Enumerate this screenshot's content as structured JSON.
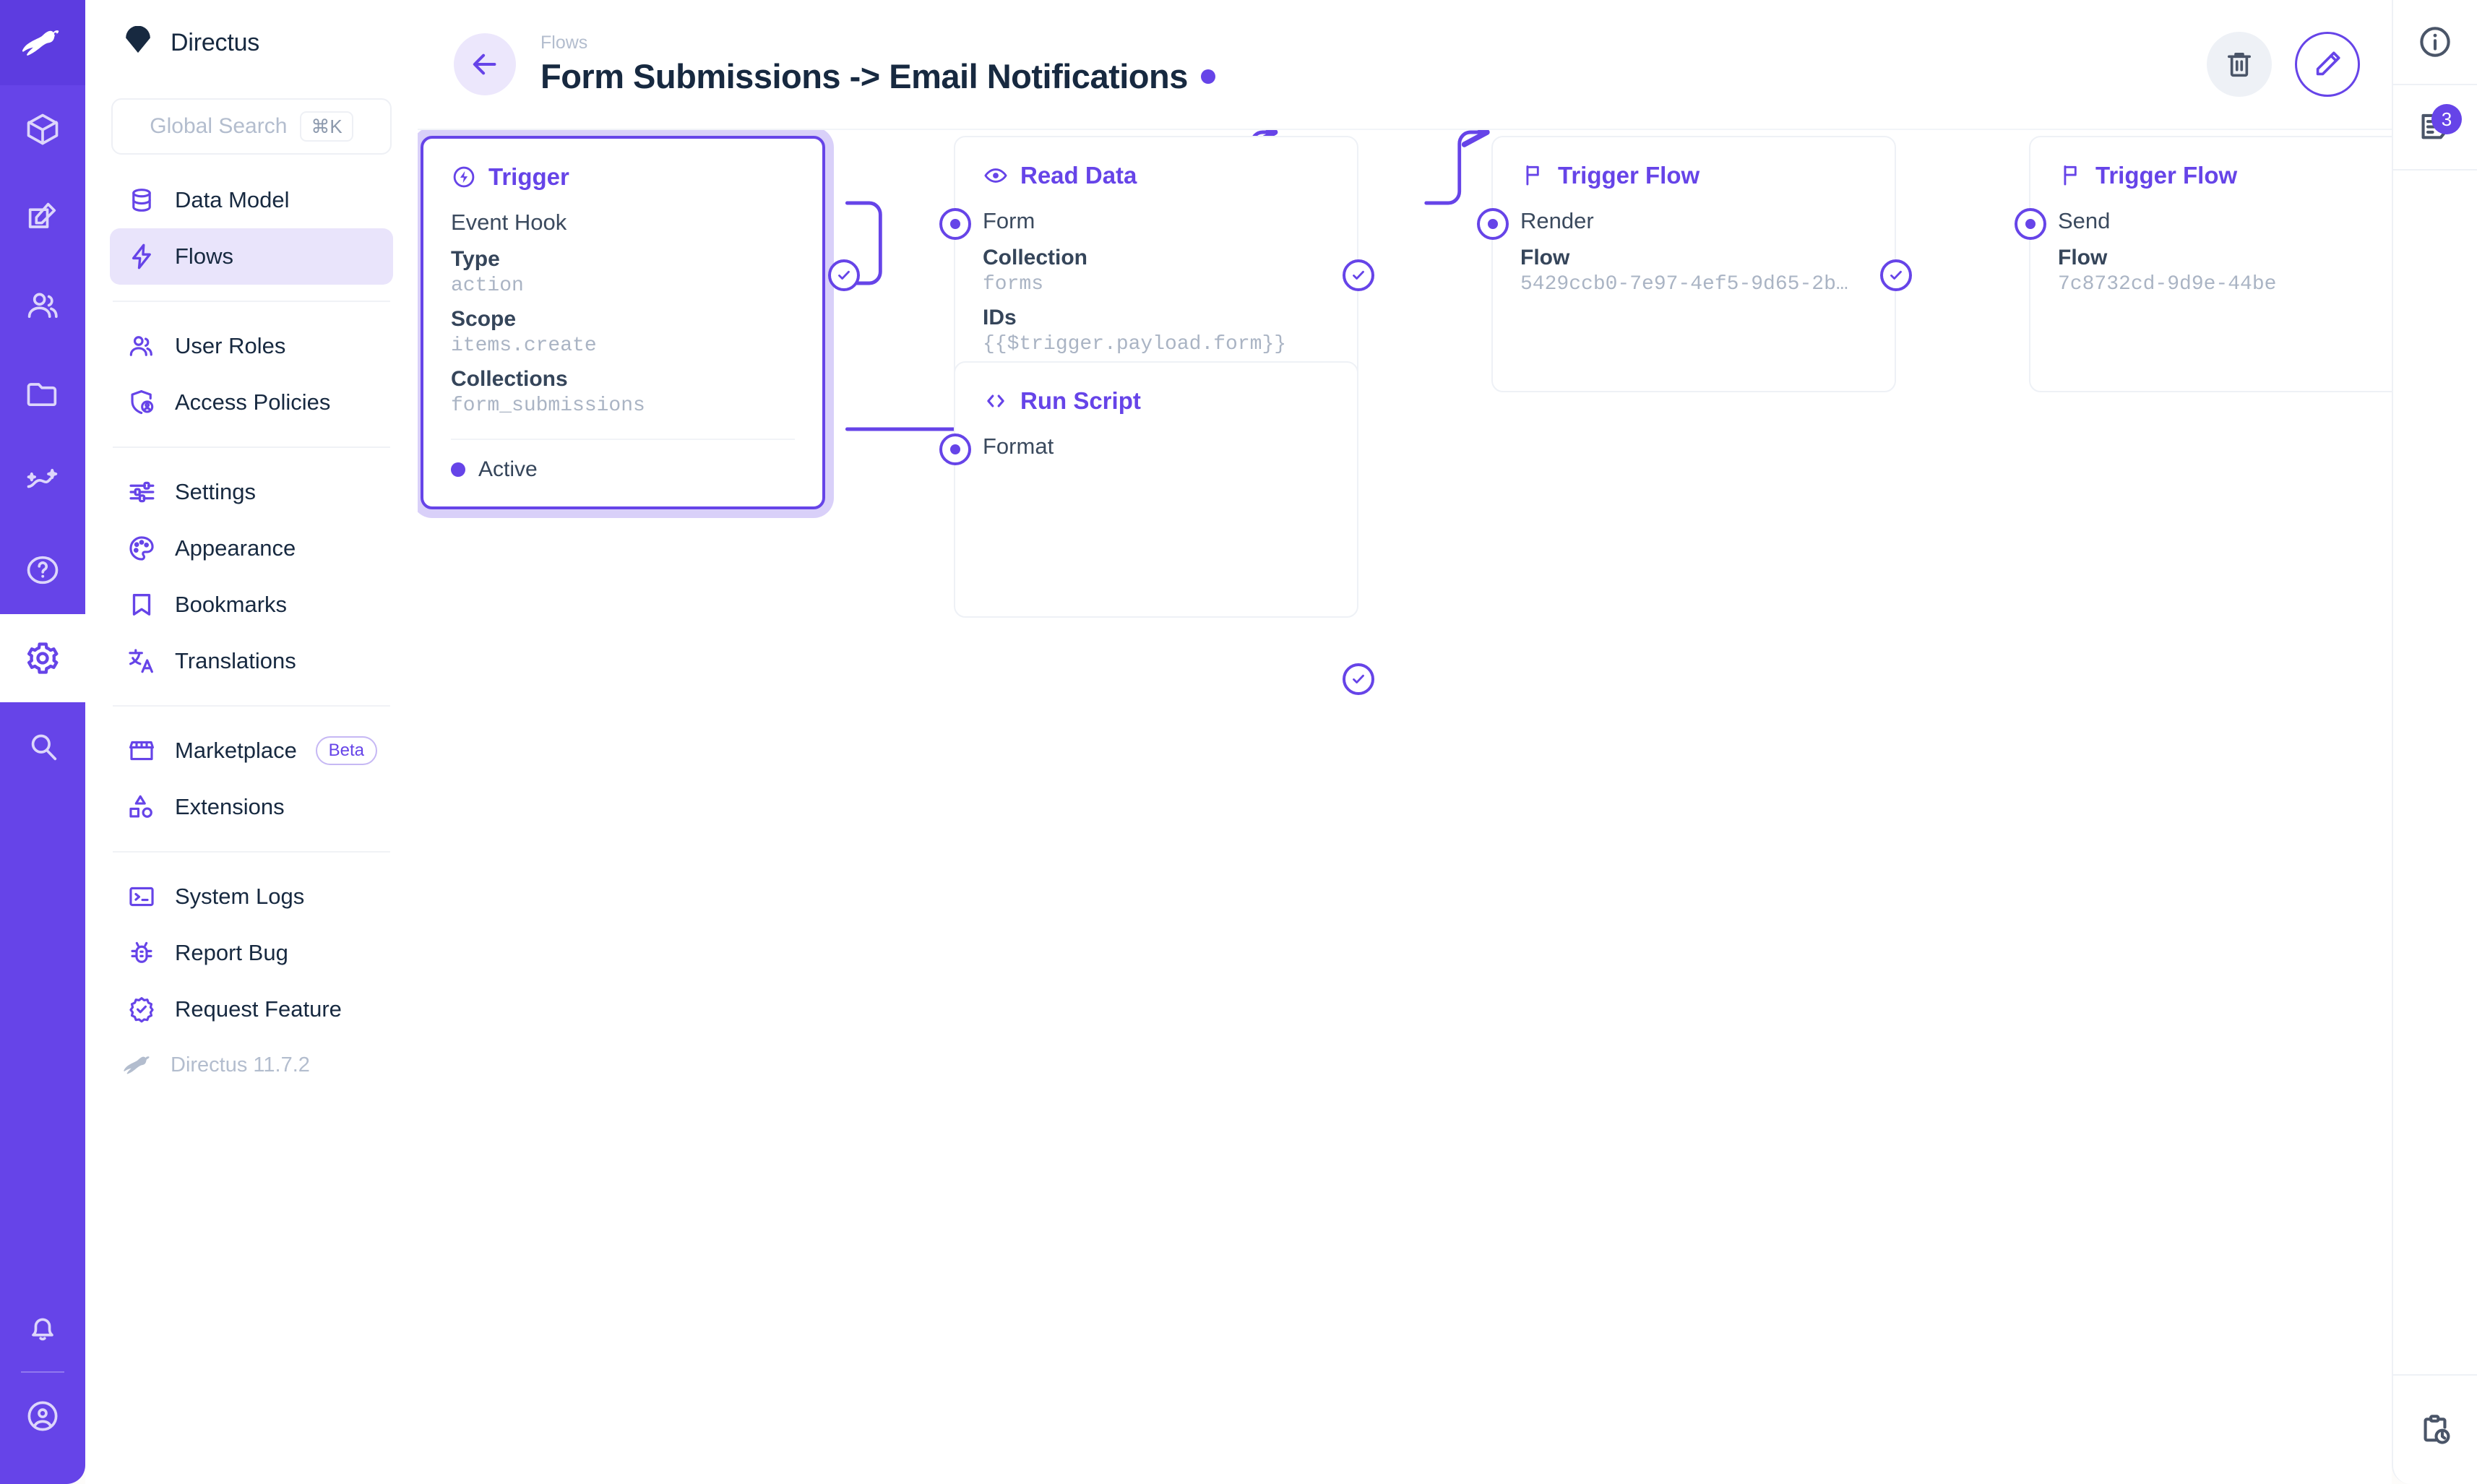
{
  "module_bar": {
    "logo": "directus-rabbit-logo",
    "items": [
      {
        "name": "content-module",
        "icon": "box-icon",
        "active": false
      },
      {
        "name": "editor-module",
        "icon": "edit-square-icon",
        "active": false
      },
      {
        "name": "users-module",
        "icon": "people-icon",
        "active": false
      },
      {
        "name": "files-module",
        "icon": "folder-icon",
        "active": false
      },
      {
        "name": "insights-module",
        "icon": "sparkle-line-icon",
        "active": false
      },
      {
        "name": "help-module",
        "icon": "question-circle-icon",
        "active": false
      },
      {
        "name": "settings-module",
        "icon": "gear-icon",
        "active": true
      },
      {
        "name": "search-module",
        "icon": "magnifier-icon",
        "active": false
      }
    ],
    "bottom": [
      {
        "name": "notifications",
        "icon": "bell-icon"
      },
      {
        "name": "account",
        "icon": "user-circle-icon"
      }
    ]
  },
  "sidebar": {
    "brand": "Directus",
    "search": {
      "placeholder": "Global Search",
      "shortcut": "⌘K"
    },
    "groups": [
      {
        "items": [
          {
            "label": "Data Model",
            "icon": "database-icon",
            "selected": false
          },
          {
            "label": "Flows",
            "icon": "lightning-icon",
            "selected": true
          }
        ]
      },
      {
        "items": [
          {
            "label": "User Roles",
            "icon": "people-icon",
            "selected": false
          },
          {
            "label": "Access Policies",
            "icon": "shield-user-icon",
            "selected": false
          }
        ]
      },
      {
        "items": [
          {
            "label": "Settings",
            "icon": "sliders-icon",
            "selected": false
          },
          {
            "label": "Appearance",
            "icon": "palette-icon",
            "selected": false
          },
          {
            "label": "Bookmarks",
            "icon": "bookmark-icon",
            "selected": false
          },
          {
            "label": "Translations",
            "icon": "translate-icon",
            "selected": false
          }
        ]
      },
      {
        "items": [
          {
            "label": "Marketplace",
            "icon": "storefront-icon",
            "badge": "Beta",
            "selected": false
          },
          {
            "label": "Extensions",
            "icon": "shapes-icon",
            "selected": false
          }
        ]
      },
      {
        "items": [
          {
            "label": "System Logs",
            "icon": "terminal-icon",
            "selected": false
          },
          {
            "label": "Report Bug",
            "icon": "bug-icon",
            "selected": false
          },
          {
            "label": "Request Feature",
            "icon": "badge-check-icon",
            "selected": false
          }
        ]
      }
    ],
    "version": "Directus 11.7.2"
  },
  "header": {
    "back_icon": "arrow-left-icon",
    "breadcrumb": "Flows",
    "title": "Form Submissions -> Email Notifications",
    "status_dot_color": "#6644e8",
    "delete_icon": "trash-icon",
    "edit_icon": "pencil-icon"
  },
  "right_rail": {
    "items": [
      {
        "name": "info",
        "icon": "info-circle-icon",
        "badge": null
      },
      {
        "name": "logs",
        "icon": "logs-icon",
        "badge": "3"
      }
    ],
    "bottom": {
      "name": "revisions",
      "icon": "clipboard-clock-icon"
    }
  },
  "flow": {
    "nodes": [
      {
        "id": "trigger",
        "type_label": "Trigger",
        "type_icon": "trigger-bolt-icon",
        "subject": "Event Hook",
        "selected": true,
        "fields": [
          {
            "label": "Type",
            "value": "action"
          },
          {
            "label": "Scope",
            "value": "items.create"
          },
          {
            "label": "Collections",
            "value": "form_submissions"
          }
        ],
        "footer_status": "Active"
      },
      {
        "id": "read-data",
        "type_label": "Read Data",
        "type_icon": "eye-icon",
        "subject": "Form",
        "selected": false,
        "fields": [
          {
            "label": "Collection",
            "value": "forms"
          },
          {
            "label": "IDs",
            "value": "{{$trigger.payload.form}}"
          }
        ]
      },
      {
        "id": "run-script",
        "type_label": "Run Script",
        "type_icon": "code-brackets-icon",
        "subject": "Format",
        "selected": false,
        "fields": []
      },
      {
        "id": "trigger-flow-render",
        "type_label": "Trigger Flow",
        "type_icon": "flag-icon",
        "subject": "Render",
        "selected": false,
        "fields": [
          {
            "label": "Flow",
            "value": "5429ccb0-7e97-4ef5-9d65-2b…"
          }
        ]
      },
      {
        "id": "trigger-flow-send",
        "type_label": "Trigger Flow",
        "type_icon": "flag-icon",
        "subject": "Send",
        "selected": false,
        "fields": [
          {
            "label": "Flow",
            "value": "7c8732cd-9d9e-44be"
          }
        ]
      }
    ]
  },
  "colors": {
    "accent": "#6644e8",
    "module_bar": "#6644e8",
    "selected_nav": "#e9e4fb",
    "text": "#172940",
    "muted": "#aab4c4"
  }
}
